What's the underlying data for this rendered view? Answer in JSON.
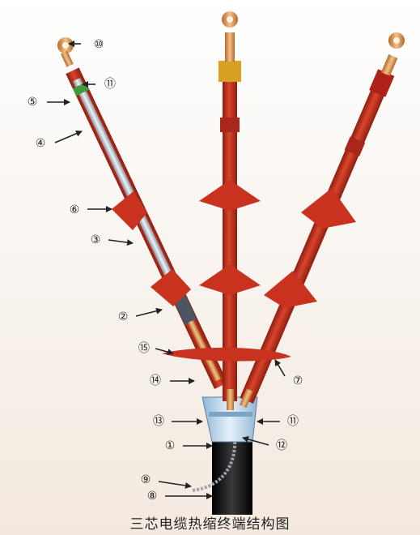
{
  "caption": "三芯电缆热缩终端结构图",
  "labels": {
    "l1": "①",
    "l2": "②",
    "l3": "③",
    "l4": "④",
    "l5": "⑤",
    "l6": "⑥",
    "l7": "⑦",
    "l8": "⑧",
    "l9": "⑨",
    "l10": "⑩",
    "l11a": "⑪",
    "l11b": "⑪",
    "l12": "⑫",
    "l13": "⑬",
    "l14": "⑭",
    "l15": "⑮"
  },
  "colors": {
    "background_gradient_top": "#ffffff",
    "background_gradient_bottom": "#f3e9df",
    "sleeve_red": "#c8321e",
    "sleeve_dark": "#8e1d10",
    "lug_gold": "#e8a05a",
    "cable_black": "#1a1a1a",
    "conductor_silver": "#cfd6df"
  }
}
